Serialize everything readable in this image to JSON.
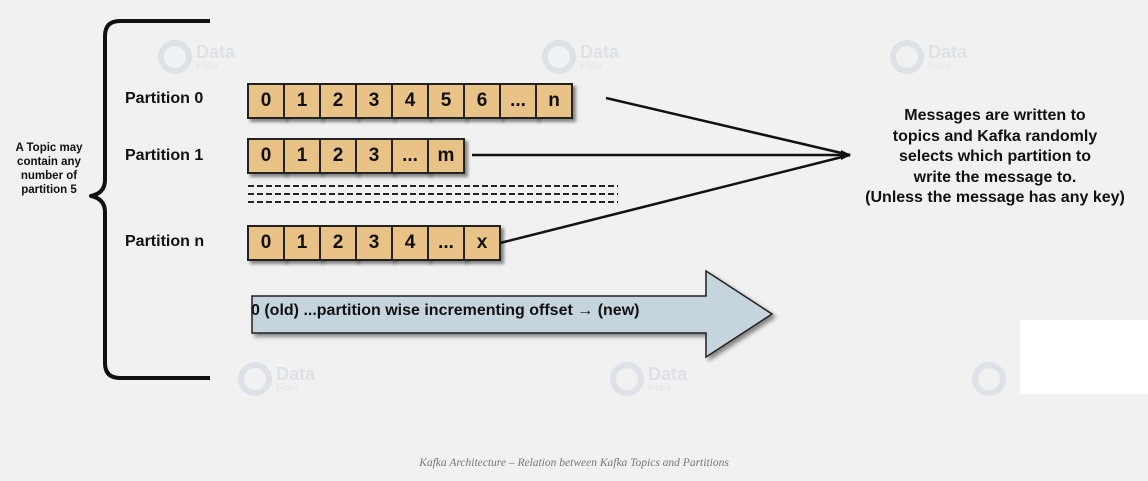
{
  "watermark": {
    "line1": "Data",
    "line2": "Flair"
  },
  "topic_note": "A Topic may contain any number of partition 5",
  "partitions": [
    {
      "label": "Partition 0",
      "cells": [
        "0",
        "1",
        "2",
        "3",
        "4",
        "5",
        "6",
        "...",
        "n"
      ]
    },
    {
      "label": "Partition 1",
      "cells": [
        "0",
        "1",
        "2",
        "3",
        "...",
        "m"
      ]
    },
    {
      "label": "Partition n",
      "cells": [
        "0",
        "1",
        "2",
        "3",
        "4",
        "...",
        "x"
      ]
    }
  ],
  "offset_label": "0 (old) ...partition wise incrementing offset → (new)",
  "message_note": [
    "Messages are written to",
    "topics and Kafka randomly",
    "selects which partition to",
    "write the message to.",
    "(Unless the message has any key)"
  ],
  "caption": "Kafka Architecture – Relation between Kafka Topics and Partitions",
  "colors": {
    "cell_fill": "#e9c287",
    "offset_arrow": "#c6d4de",
    "background": "#f1f1f1"
  }
}
